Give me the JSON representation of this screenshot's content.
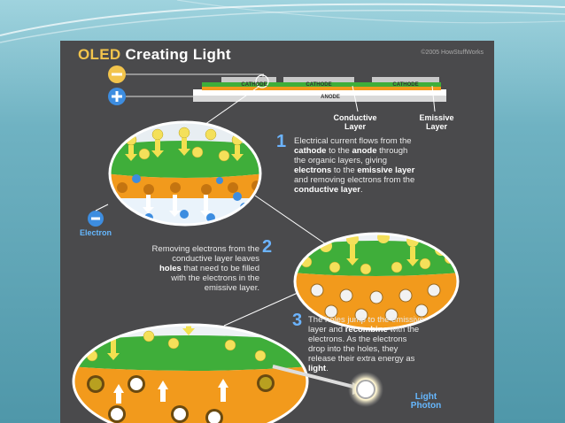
{
  "title": {
    "prefix": "OLED",
    "main": "Creating Light"
  },
  "credit": "©2005 HowStuffWorks",
  "stack": {
    "cathode_labels": [
      "CATHODE",
      "CATHODE",
      "CATHODE"
    ],
    "anode_label": "ANODE"
  },
  "labels": {
    "conductive": [
      "Conductive",
      "Layer"
    ],
    "emissive": [
      "Emissive",
      "Layer"
    ],
    "electron": "Electron",
    "photon": [
      "Light",
      "Photon"
    ]
  },
  "steps": [
    {
      "number": "1",
      "lines": [
        [
          "Electrical current flows from the"
        ],
        [
          "",
          "cathode",
          " to the ",
          "anode",
          " through"
        ],
        [
          "the organic layers, giving"
        ],
        [
          "",
          "electrons",
          " to the ",
          "emissive layer"
        ],
        [
          "and removing electrons from the"
        ],
        [
          "",
          "conductive layer",
          "."
        ]
      ]
    },
    {
      "number": "2",
      "lines": [
        [
          "Removing electrons from the"
        ],
        [
          "conductive layer leaves"
        ],
        [
          "",
          "holes",
          " that need to be filled"
        ],
        [
          "with the electrons in the"
        ],
        [
          "emissive layer."
        ]
      ]
    },
    {
      "number": "3",
      "lines": [
        [
          "The holes jump to the emissive"
        ],
        [
          "layer and ",
          "recombine",
          " with the"
        ],
        [
          "electrons. As the electrons"
        ],
        [
          "drop into the holes, they"
        ],
        [
          "release their extra energy as"
        ],
        [
          "",
          "light",
          "."
        ]
      ]
    }
  ],
  "colors": {
    "green": "#3fae3a",
    "orange": "#f29a1c",
    "yellow": "#f4e05a",
    "accent": "#66b8ff"
  }
}
